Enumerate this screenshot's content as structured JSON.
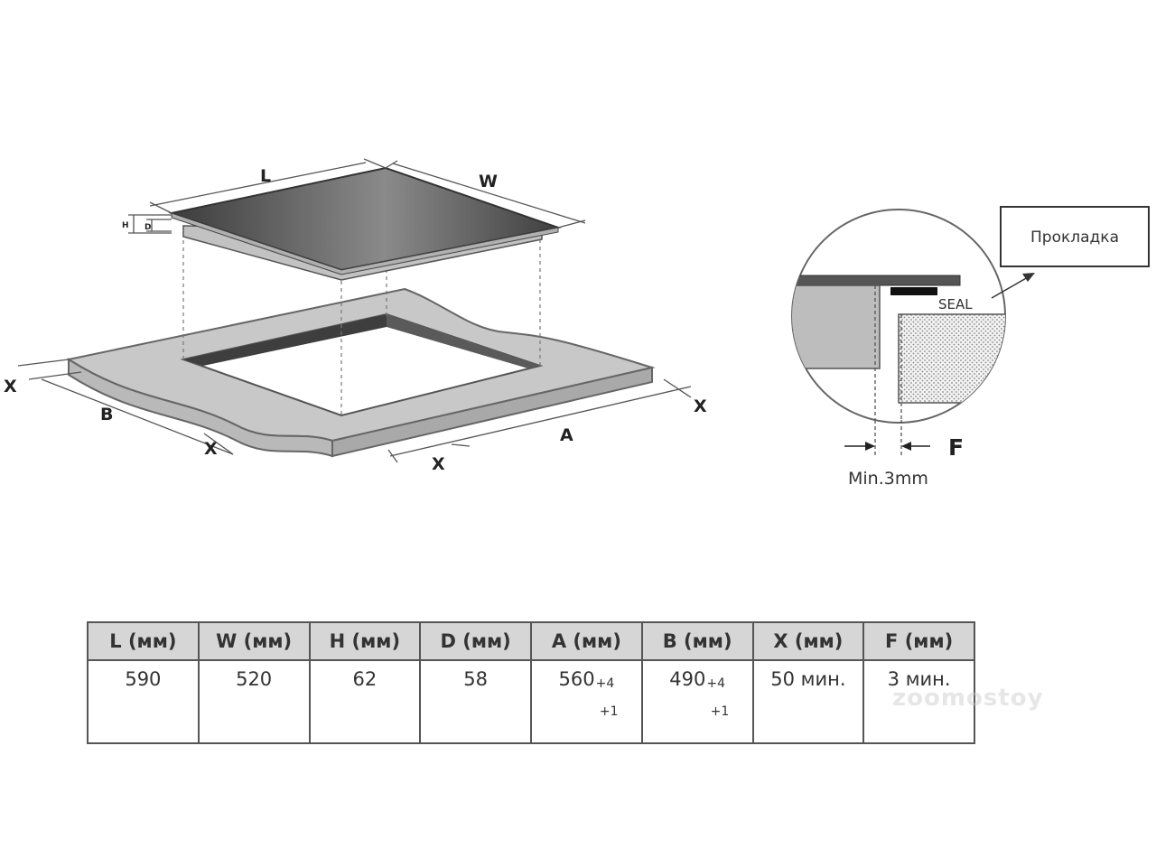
{
  "main_diagram": {
    "labels": {
      "L": "L",
      "W": "W",
      "H": "H",
      "D": "D",
      "A": "A",
      "B": "B",
      "X": "X"
    }
  },
  "detail": {
    "callout": "Прокладка",
    "seal": "SEAL",
    "f": "F",
    "min_gap": "Min.3mm"
  },
  "table": {
    "headers": [
      "L (мм)",
      "W (мм)",
      "H (мм)",
      "D (мм)",
      "A (мм)",
      "B (мм)",
      "X (мм)",
      "F (мм)"
    ],
    "row": [
      {
        "value": "590"
      },
      {
        "value": "520"
      },
      {
        "value": "62"
      },
      {
        "value": "58"
      },
      {
        "value": "560",
        "tol_upper": "+4",
        "tol_lower": "+1"
      },
      {
        "value": "490",
        "tol_upper": "+4",
        "tol_lower": "+1"
      },
      {
        "value": "50 мин."
      },
      {
        "value": "3 мин."
      }
    ]
  },
  "watermark": "zoomostoy"
}
